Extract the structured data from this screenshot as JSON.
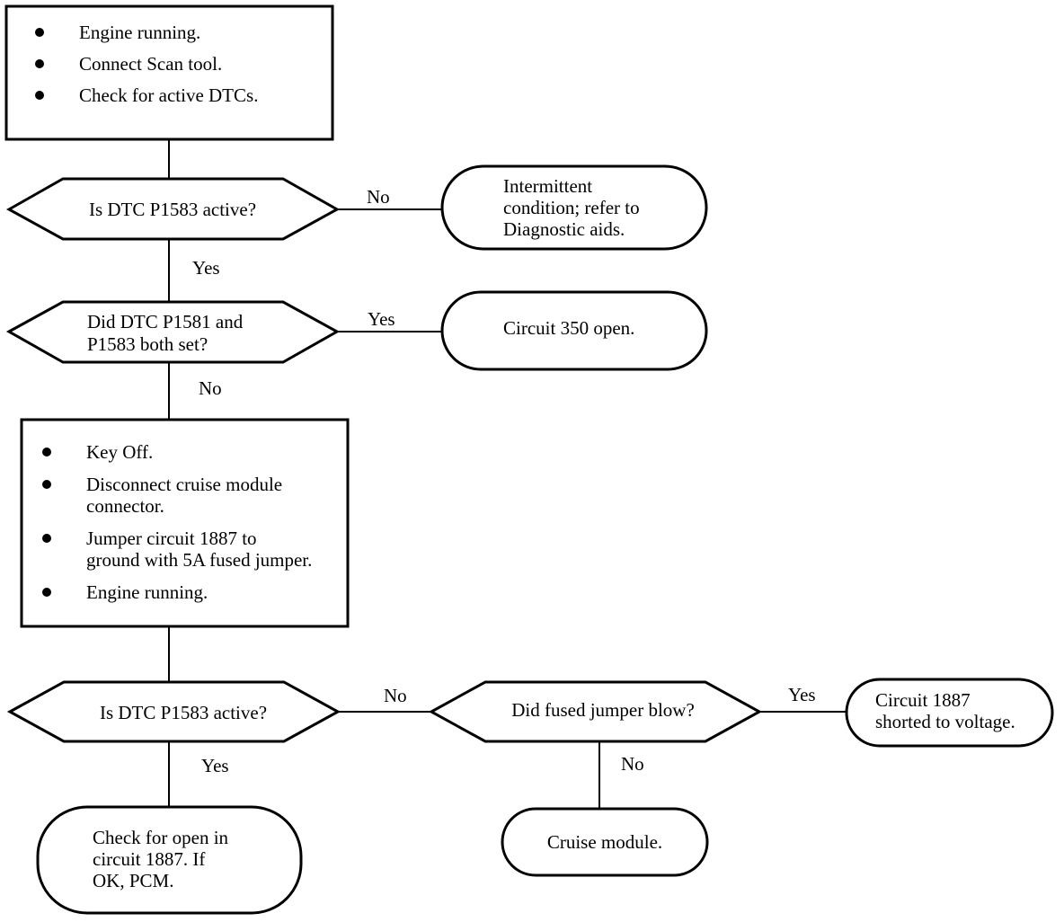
{
  "start_box": {
    "items": [
      "Engine running.",
      "Connect Scan tool.",
      "Check for active DTCs."
    ]
  },
  "decision_1": {
    "question": "Is DTC P1583 active?",
    "no_label": "No",
    "yes_label": "Yes"
  },
  "result_intermittent": {
    "lines": [
      "Intermittent",
      "condition; refer to",
      "Diagnostic aids."
    ]
  },
  "decision_2": {
    "lines": [
      "Did DTC P1581 and",
      "P1583 both set?"
    ],
    "yes_label": "Yes",
    "no_label": "No"
  },
  "result_circuit_350": {
    "text": "Circuit 350 open."
  },
  "action_box": {
    "items": [
      {
        "lines": [
          "Key  Off."
        ]
      },
      {
        "lines": [
          "Disconnect cruise module",
          "connector."
        ]
      },
      {
        "lines": [
          "Jumper circuit 1887 to",
          "ground with 5A fused jumper."
        ]
      },
      {
        "lines": [
          "Engine running."
        ]
      }
    ]
  },
  "decision_3": {
    "question": "Is DTC P1583 active?",
    "no_label": "No",
    "yes_label": "Yes"
  },
  "decision_4": {
    "question": "Did fused jumper blow?",
    "yes_label": "Yes",
    "no_label": "No"
  },
  "result_shorted": {
    "lines": [
      "Circuit 1887",
      "shorted to voltage."
    ]
  },
  "result_check_open": {
    "lines": [
      "Check for open in",
      "circuit 1887. If",
      "OK, PCM."
    ]
  },
  "result_cruise_module": {
    "text": "Cruise module."
  }
}
